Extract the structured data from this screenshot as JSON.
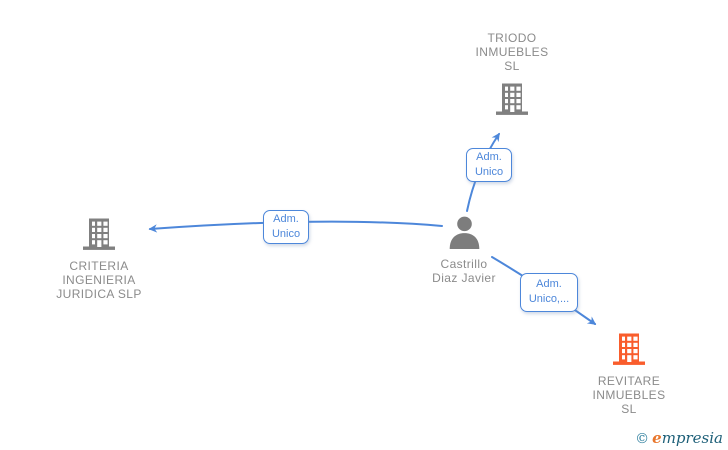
{
  "diagram": {
    "type": "corporate-relationship-graph",
    "nodes": {
      "triodo": {
        "entity_type": "company",
        "lines": [
          "TRIODO",
          "INMUEBLES",
          "SL"
        ],
        "icon": "building-icon",
        "icon_color": "#808080"
      },
      "criteria": {
        "entity_type": "company",
        "lines": [
          "CRITERIA",
          "INGENIERIA",
          "JURIDICA SLP"
        ],
        "icon": "building-icon",
        "icon_color": "#808080"
      },
      "castrillo": {
        "entity_type": "person",
        "lines": [
          "Castrillo",
          "Diaz Javier"
        ],
        "icon": "person-icon",
        "icon_color": "#7d7d7d"
      },
      "revitare": {
        "entity_type": "company",
        "lines": [
          "REVITARE",
          "INMUEBLES",
          "SL"
        ],
        "icon": "building-icon",
        "icon_color": "#f95d2c"
      }
    },
    "edges": {
      "castrillo_to_triodo": {
        "from": "castrillo",
        "to": "triodo",
        "label_lines": [
          "Adm.",
          "Unico"
        ]
      },
      "castrillo_to_criteria": {
        "from": "castrillo",
        "to": "criteria",
        "label_lines": [
          "Adm.",
          "Unico"
        ]
      },
      "castrillo_to_revitare": {
        "from": "castrillo",
        "to": "revitare",
        "label_lines": [
          "Adm.",
          "Unico,..."
        ]
      }
    },
    "colors": {
      "edge_blue": "#4d87da",
      "node_text_gray": "#8b8b8b",
      "building_gray": "#808080",
      "building_orange": "#f95d2c"
    }
  },
  "watermark": {
    "copyright_symbol": "©",
    "brand_first_letter": "e",
    "brand_rest": "mpresia"
  }
}
